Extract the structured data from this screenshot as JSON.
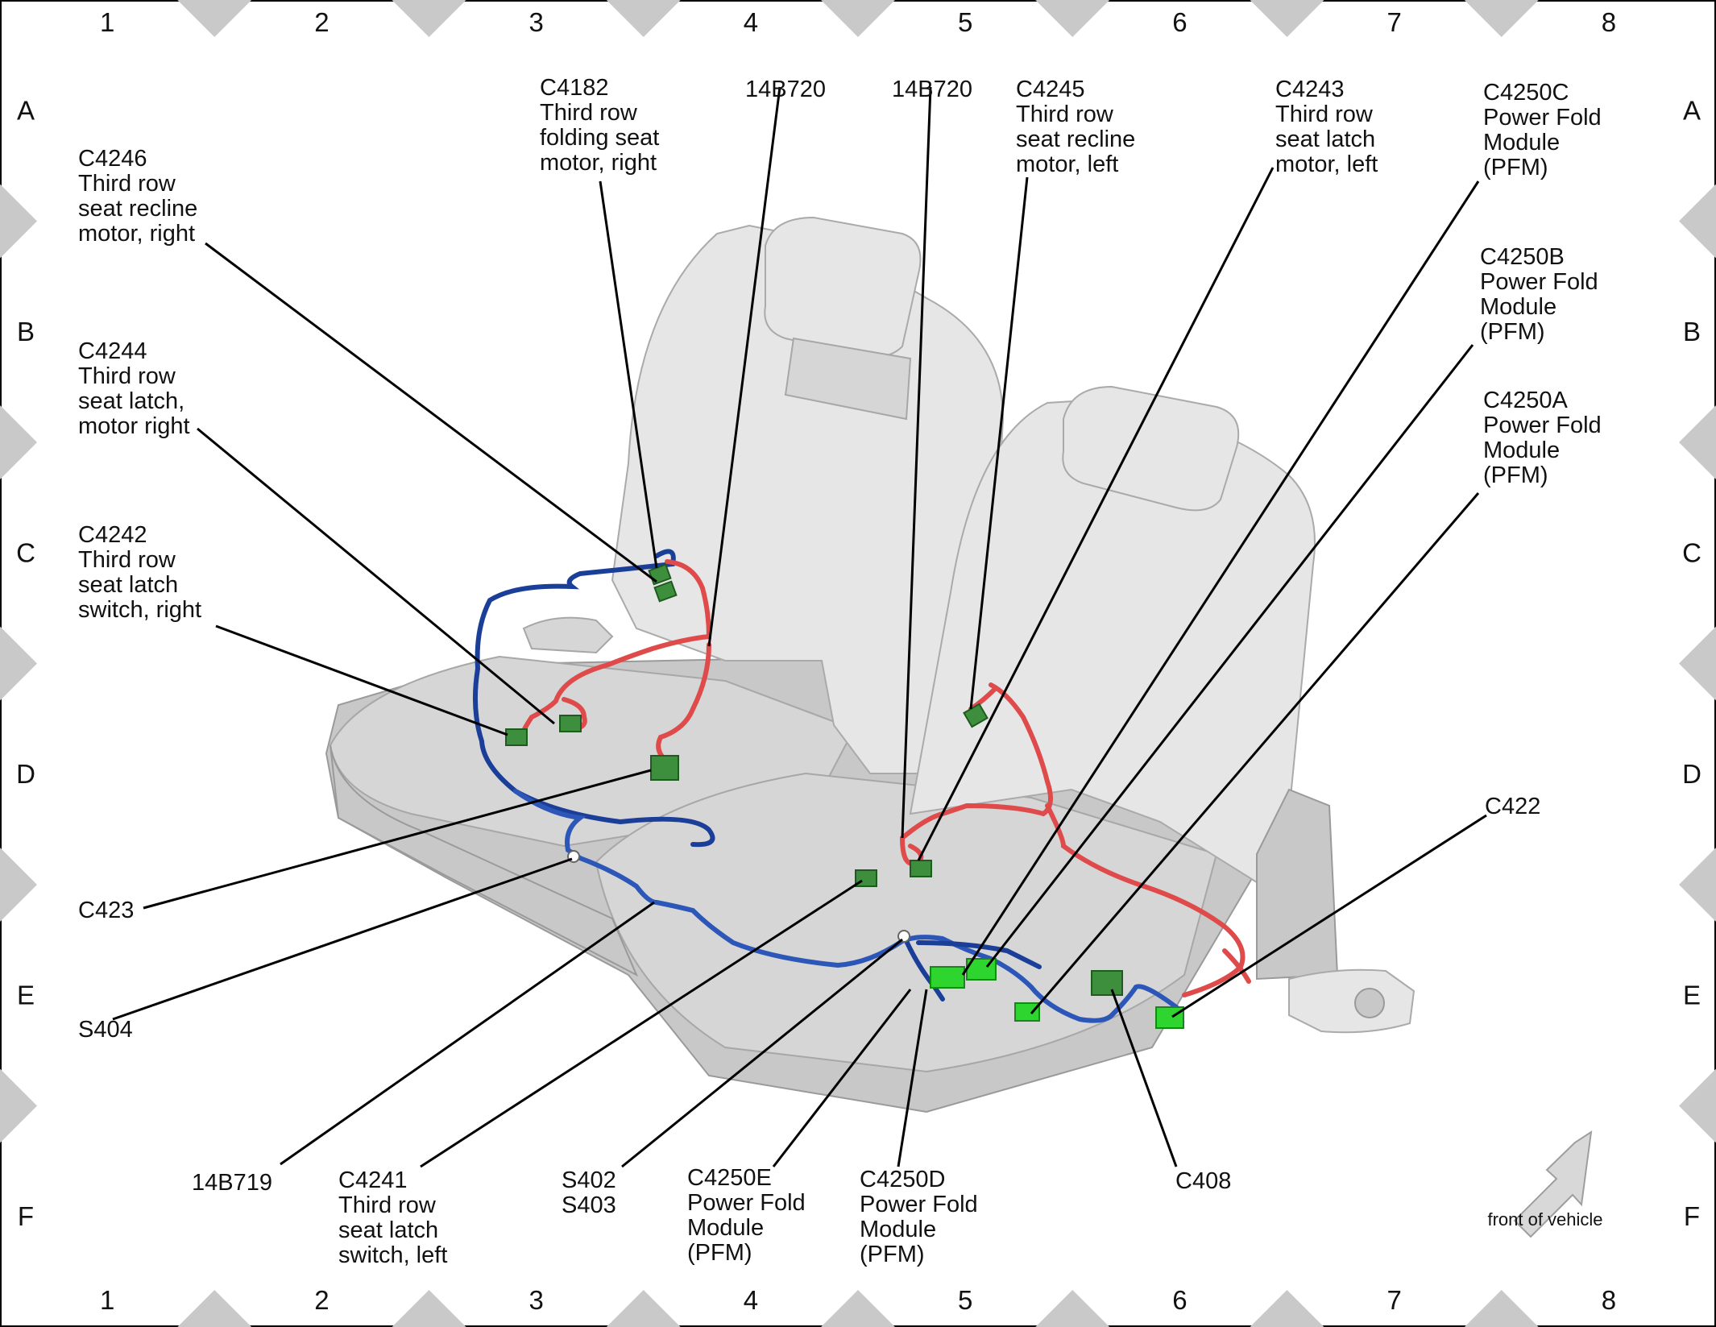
{
  "grid": {
    "columns": [
      "1",
      "2",
      "3",
      "4",
      "5",
      "6",
      "7",
      "8"
    ],
    "rows": [
      "A",
      "B",
      "C",
      "D",
      "E",
      "F"
    ]
  },
  "labels": {
    "c4246": [
      "C4246",
      "Third row",
      "seat recline",
      "motor, right"
    ],
    "c4244": [
      "C4244",
      "Third row",
      "seat latch,",
      "motor right"
    ],
    "c4242": [
      "C4242",
      "Third row",
      "seat latch",
      "switch, right"
    ],
    "c4182": [
      "C4182",
      "Third row",
      "folding seat",
      "motor, right"
    ],
    "b720_left": [
      "14B720"
    ],
    "b720_right": [
      "14B720"
    ],
    "c4245": [
      "C4245",
      "Third row",
      "seat recline",
      "motor, left"
    ],
    "c4243": [
      "C4243",
      "Third row",
      "seat latch",
      "motor, left"
    ],
    "c4250c": [
      "C4250C",
      "Power Fold",
      "Module",
      "(PFM)"
    ],
    "c4250b": [
      "C4250B",
      "Power Fold",
      "Module",
      "(PFM)"
    ],
    "c4250a": [
      "C4250A",
      "Power Fold",
      "Module",
      "(PFM)"
    ],
    "c422": [
      "C422"
    ],
    "c423": [
      "C423"
    ],
    "s404": [
      "S404"
    ],
    "b719": [
      "14B719"
    ],
    "c4241": [
      "C4241",
      "Third row",
      "seat latch",
      "switch, left"
    ],
    "s402": [
      "S402",
      "S403"
    ],
    "c4250e": [
      "C4250E",
      "Power Fold",
      "Module",
      "(PFM)"
    ],
    "c4250d": [
      "C4250D",
      "Power Fold",
      "Module",
      "(PFM)"
    ],
    "c408": [
      "C408"
    ]
  },
  "legend": {
    "front_of_vehicle": "front of vehicle"
  },
  "colors": {
    "wire_blue": "#2c56b8",
    "wire_red": "#df4a4a",
    "connector_green": "#2fd52f",
    "seat_gray": "#d6d6d6"
  }
}
